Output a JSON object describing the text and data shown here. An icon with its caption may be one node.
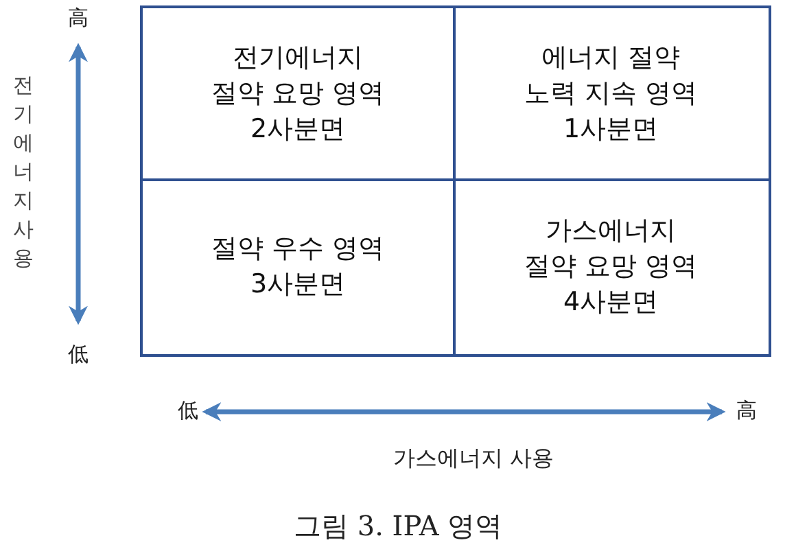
{
  "diagram": {
    "caption": "그림 3. IPA 영역",
    "nodes": [
      {
        "text": [
          "전기에너지 절약 요망 영역",
          "2사분면"
        ]
      },
      {
        "text": [
          "에너지 절약 노력 지속 영역",
          "1사분면"
        ]
      },
      {
        "text": [
          "절약 우수 영역",
          "3사분면"
        ]
      },
      {
        "text": [
          "가스에너지 절약 요망 영역",
          "4사분면"
        ]
      }
    ],
    "labels": [
      "高",
      "전기에너지사용",
      "低",
      "低",
      "高",
      "가스에너지 사용"
    ]
  }
}
